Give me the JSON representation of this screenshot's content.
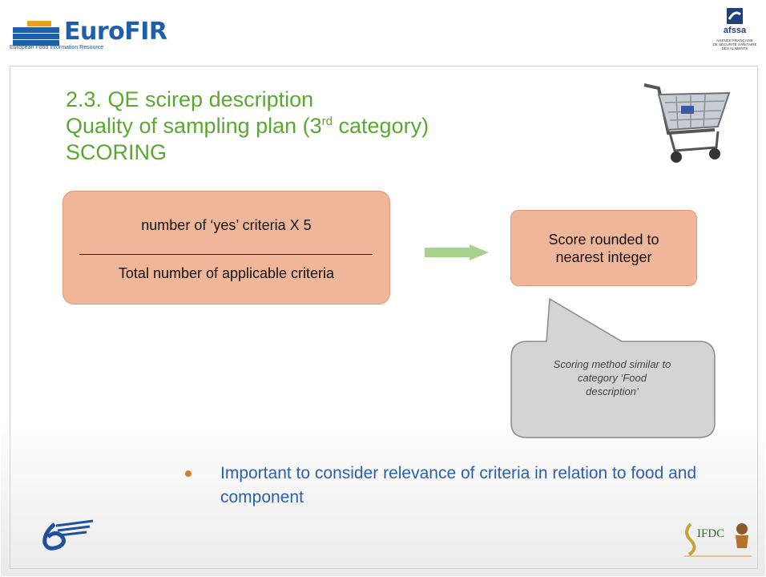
{
  "header": {
    "brand_name": "EuroFIR",
    "brand_subtitle": "European Food Information Resource",
    "partner_name": "afssa",
    "partner_line1": "AGENCE FRANÇAISE",
    "partner_line2": "DE SÉCURITÉ SANITAIRE",
    "partner_line3": "DES ALIMENTS"
  },
  "slide": {
    "title_line1": "2.3. QE scirep description",
    "title_line2_before": "Quality of sampling plan (3",
    "title_line2_sup": "rd",
    "title_line2_after": " category)",
    "title_line3": "SCORING"
  },
  "formula": {
    "numerator": "number of ‘yes’ criteria X 5",
    "denominator": "Total number of applicable criteria",
    "result_line1": "Score rounded to",
    "result_line2": "nearest integer"
  },
  "callout": {
    "line1": "Scoring method similar to",
    "line2": "category ‘Food",
    "line3": "description’"
  },
  "bullet": {
    "text": "Important to consider relevance of criteria in relation to food and component"
  },
  "footer": {
    "right_logo_text": "IFDC"
  },
  "colors": {
    "title_green": "#5aa832",
    "box_fill": "#f0b699",
    "arrow_green": "#a9d18e",
    "bullet_blue": "#2d5fa8",
    "bullet_dot": "#e07d2a",
    "callout_fill": "#d4d4d4"
  }
}
